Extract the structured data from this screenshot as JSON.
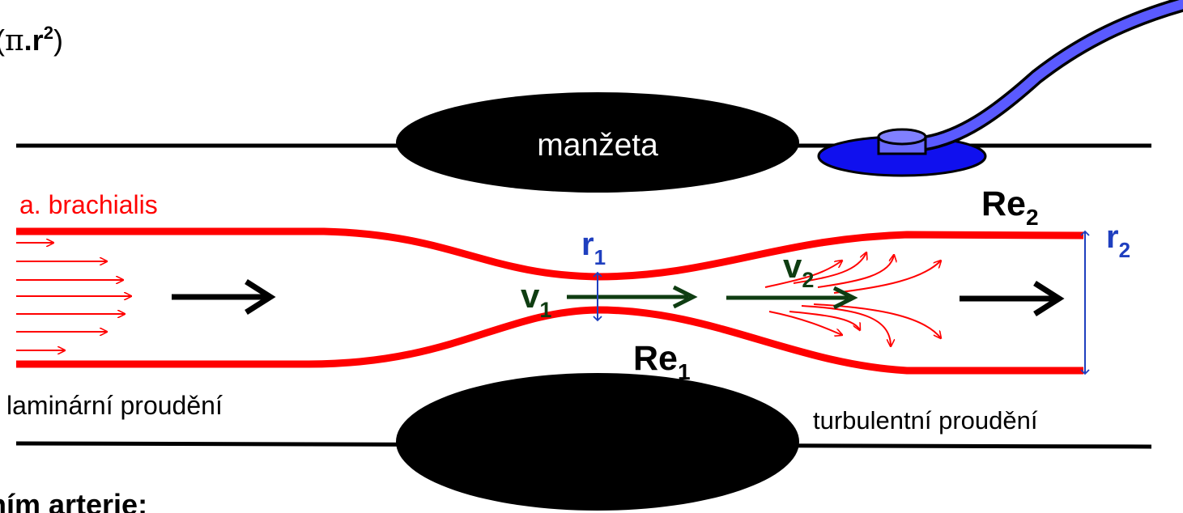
{
  "formula_fragment": {
    "open": "(",
    "pi": "π",
    "dot_r": ".r",
    "sq": "2",
    "close": ")"
  },
  "labels": {
    "cuff": "manžeta",
    "artery": "a. brachialis",
    "laminar": "laminární proudění",
    "turbulent": "turbulentní proudění",
    "bottom_text": "ním arterie:"
  },
  "symbols": {
    "re1": {
      "base": "Re",
      "sub": "1"
    },
    "re2": {
      "base": "Re",
      "sub": "2"
    },
    "r1": {
      "base": "r",
      "sub": "1"
    },
    "r2": {
      "base": "r",
      "sub": "2"
    },
    "v1": {
      "base": "v",
      "sub": "1"
    },
    "v2": {
      "base": "v",
      "sub": "2"
    }
  },
  "colors": {
    "artery": "#ff0000",
    "radius": "#1f3fbf",
    "velocity": "#0f3d12",
    "cuff": "#000000",
    "tube": "#5a5aff",
    "sensor": "#1010ee"
  }
}
